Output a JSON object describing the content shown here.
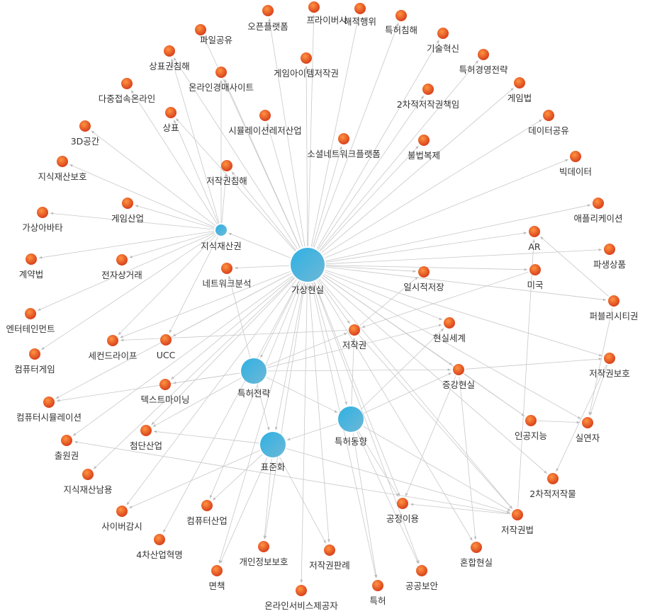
{
  "graph": {
    "hub_color": "#45b3dd",
    "peripheral_color": "#e5531f",
    "edge_color": "#c8c8c8",
    "nodes": [
      {
        "id": "가상현실",
        "label": "가상현실",
        "kind": "hub-large"
      },
      {
        "id": "특허전략",
        "label": "특허전략",
        "kind": "hub"
      },
      {
        "id": "특허동향",
        "label": "특허동향",
        "kind": "hub"
      },
      {
        "id": "표준화",
        "label": "표준화",
        "kind": "hub"
      },
      {
        "id": "지식재산권",
        "label": "지식재산권",
        "kind": "hub-small"
      },
      {
        "id": "오픈플랫폼",
        "label": "오픈플랫폼",
        "kind": "node"
      },
      {
        "id": "프라이버시",
        "label": "프라이버시",
        "kind": "node"
      },
      {
        "id": "해적행위",
        "label": "해적행위",
        "kind": "node"
      },
      {
        "id": "특허침해",
        "label": "특허침해",
        "kind": "node"
      },
      {
        "id": "파일공유",
        "label": "파일공유",
        "kind": "node"
      },
      {
        "id": "기술혁신",
        "label": "기술혁신",
        "kind": "node"
      },
      {
        "id": "상표권침해",
        "label": "상표권침해",
        "kind": "node"
      },
      {
        "id": "게임아이템저작권",
        "label": "게임아이템저작권",
        "kind": "node"
      },
      {
        "id": "특허경영전략",
        "label": "특허경영전략",
        "kind": "node"
      },
      {
        "id": "온라인경매사이트",
        "label": "온라인경매사이트",
        "kind": "node"
      },
      {
        "id": "다중접속온라인",
        "label": "다중접속온라인",
        "kind": "node"
      },
      {
        "id": "게임법",
        "label": "게임법",
        "kind": "node"
      },
      {
        "id": "2차적저작권책임",
        "label": "2차적저작권책임",
        "kind": "node"
      },
      {
        "id": "상표",
        "label": "상표",
        "kind": "node"
      },
      {
        "id": "시뮬레이션레저산업",
        "label": "시뮬레이션레저산업",
        "kind": "node"
      },
      {
        "id": "데이터공유",
        "label": "데이터공유",
        "kind": "node"
      },
      {
        "id": "3D공간",
        "label": "3D공간",
        "kind": "node"
      },
      {
        "id": "소셜네트워크플랫폼",
        "label": "소셜네트워크플랫폼",
        "kind": "node"
      },
      {
        "id": "불법복제",
        "label": "불법복제",
        "kind": "node"
      },
      {
        "id": "빅데이터",
        "label": "빅데이터",
        "kind": "node"
      },
      {
        "id": "저작권침해",
        "label": "저작권침해",
        "kind": "node"
      },
      {
        "id": "지식재산보호",
        "label": "지식재산보호",
        "kind": "node"
      },
      {
        "id": "애플리케이션",
        "label": "애플리케이션",
        "kind": "node"
      },
      {
        "id": "게임산업",
        "label": "게임산업",
        "kind": "node"
      },
      {
        "id": "가상아바타",
        "label": "가상아바타",
        "kind": "node"
      },
      {
        "id": "AR",
        "label": "AR",
        "kind": "node"
      },
      {
        "id": "파생상품",
        "label": "파생상품",
        "kind": "node"
      },
      {
        "id": "계약법",
        "label": "계약법",
        "kind": "node"
      },
      {
        "id": "전자상거래",
        "label": "전자상거래",
        "kind": "node"
      },
      {
        "id": "네트워크분석",
        "label": "네트워크분석",
        "kind": "node"
      },
      {
        "id": "일시적저장",
        "label": "일시적저장",
        "kind": "node"
      },
      {
        "id": "미국",
        "label": "미국",
        "kind": "node"
      },
      {
        "id": "퍼블리시티권",
        "label": "퍼블리시티권",
        "kind": "node"
      },
      {
        "id": "엔터테인먼트",
        "label": "엔터테인먼트",
        "kind": "node"
      },
      {
        "id": "현실세계",
        "label": "현실세계",
        "kind": "node"
      },
      {
        "id": "저작권",
        "label": "저작권",
        "kind": "node"
      },
      {
        "id": "세컨드라이프",
        "label": "세컨드라이프",
        "kind": "node"
      },
      {
        "id": "UCC",
        "label": "UCC",
        "kind": "node"
      },
      {
        "id": "컴퓨터게임",
        "label": "컴퓨터게임",
        "kind": "node"
      },
      {
        "id": "저작권보호",
        "label": "저작권보호",
        "kind": "node"
      },
      {
        "id": "증강현실",
        "label": "증강현실",
        "kind": "node"
      },
      {
        "id": "텍스트마이닝",
        "label": "텍스트마이닝",
        "kind": "node"
      },
      {
        "id": "컴퓨터시뮬레이션",
        "label": "컴퓨터시뮬레이션",
        "kind": "node"
      },
      {
        "id": "인공지능",
        "label": "인공지능",
        "kind": "node"
      },
      {
        "id": "실연자",
        "label": "실연자",
        "kind": "node"
      },
      {
        "id": "첨단산업",
        "label": "첨단산업",
        "kind": "node"
      },
      {
        "id": "출원권",
        "label": "출원권",
        "kind": "node"
      },
      {
        "id": "2차적저작물",
        "label": "2차적저작물",
        "kind": "node"
      },
      {
        "id": "지식재산남용",
        "label": "지식재산남용",
        "kind": "node"
      },
      {
        "id": "공정이용",
        "label": "공정이용",
        "kind": "node"
      },
      {
        "id": "사이버감시",
        "label": "사이버감시",
        "kind": "node"
      },
      {
        "id": "컴퓨터산업",
        "label": "컴퓨터산업",
        "kind": "node"
      },
      {
        "id": "저작권법",
        "label": "저작권법",
        "kind": "node"
      },
      {
        "id": "4차산업혁명",
        "label": "4차산업혁명",
        "kind": "node"
      },
      {
        "id": "개인정보보호",
        "label": "개인정보보호",
        "kind": "node"
      },
      {
        "id": "저작권판례",
        "label": "저작권판례",
        "kind": "node"
      },
      {
        "id": "혼합현실",
        "label": "혼합현실",
        "kind": "node"
      },
      {
        "id": "면책",
        "label": "면책",
        "kind": "node"
      },
      {
        "id": "공공보안",
        "label": "공공보안",
        "kind": "node"
      },
      {
        "id": "특허",
        "label": "특허",
        "kind": "node"
      },
      {
        "id": "온라인서비스제공자",
        "label": "온라인서비스제공자",
        "kind": "node"
      }
    ],
    "edges": [
      [
        "가상현실",
        "오픈플랫폼"
      ],
      [
        "가상현실",
        "프라이버시"
      ],
      [
        "가상현실",
        "해적행위"
      ],
      [
        "가상현실",
        "특허침해"
      ],
      [
        "가상현실",
        "기술혁신"
      ],
      [
        "가상현실",
        "게임아이템저작권"
      ],
      [
        "가상현실",
        "특허경영전략"
      ],
      [
        "가상현실",
        "2차적저작권책임"
      ],
      [
        "가상현실",
        "게임법"
      ],
      [
        "가상현실",
        "데이터공유"
      ],
      [
        "가상현실",
        "소셜네트워크플랫폼"
      ],
      [
        "가상현실",
        "불법복제"
      ],
      [
        "가상현실",
        "빅데이터"
      ],
      [
        "가상현실",
        "시뮬레이션레저산업"
      ],
      [
        "가상현실",
        "온라인경매사이트"
      ],
      [
        "가상현실",
        "상표권침해"
      ],
      [
        "가상현실",
        "파일공유"
      ],
      [
        "가상현실",
        "상표"
      ],
      [
        "가상현실",
        "저작권침해"
      ],
      [
        "가상현실",
        "애플리케이션"
      ],
      [
        "가상현실",
        "AR"
      ],
      [
        "가상현실",
        "파생상품"
      ],
      [
        "가상현실",
        "일시적저장"
      ],
      [
        "가상현실",
        "미국"
      ],
      [
        "가상현실",
        "퍼블리시티권"
      ],
      [
        "가상현실",
        "현실세계"
      ],
      [
        "가상현실",
        "저작권"
      ],
      [
        "가상현실",
        "증강현실"
      ],
      [
        "가상현실",
        "저작권보호"
      ],
      [
        "가상현실",
        "인공지능"
      ],
      [
        "가상현실",
        "실연자"
      ],
      [
        "가상현실",
        "2차적저작물"
      ],
      [
        "가상현실",
        "저작권법"
      ],
      [
        "가상현실",
        "혼합현실"
      ],
      [
        "가상현실",
        "공공보안"
      ],
      [
        "가상현실",
        "공정이용"
      ],
      [
        "가상현실",
        "특허"
      ],
      [
        "가상현실",
        "저작권판례"
      ],
      [
        "가상현실",
        "온라인서비스제공자"
      ],
      [
        "가상현실",
        "개인정보보호"
      ],
      [
        "가상현실",
        "면책"
      ],
      [
        "가상현실",
        "4차산업혁명"
      ],
      [
        "가상현실",
        "컴퓨터산업"
      ],
      [
        "가상현실",
        "사이버감시"
      ],
      [
        "가상현실",
        "지식재산남용"
      ],
      [
        "가상현실",
        "출원권"
      ],
      [
        "가상현실",
        "첨단산업"
      ],
      [
        "가상현실",
        "텍스트마이닝"
      ],
      [
        "가상현실",
        "컴퓨터시뮬레이션"
      ],
      [
        "가상현실",
        "세컨드라이프"
      ],
      [
        "가상현실",
        "UCC"
      ],
      [
        "가상현실",
        "네트워크분석"
      ],
      [
        "가상현실",
        "지식재산권"
      ],
      [
        "가상현실",
        "특허전략"
      ],
      [
        "가상현실",
        "특허동향"
      ],
      [
        "가상현실",
        "표준화"
      ],
      [
        "지식재산권",
        "다중접속온라인"
      ],
      [
        "지식재산권",
        "3D공간"
      ],
      [
        "지식재산권",
        "지식재산보호"
      ],
      [
        "지식재산권",
        "가상아바타"
      ],
      [
        "지식재산권",
        "게임산업"
      ],
      [
        "지식재산권",
        "계약법"
      ],
      [
        "지식재산권",
        "전자상거래"
      ],
      [
        "지식재산권",
        "엔터테인먼트"
      ],
      [
        "지식재산권",
        "컴퓨터게임"
      ],
      [
        "지식재산권",
        "세컨드라이프"
      ],
      [
        "지식재산권",
        "UCC"
      ],
      [
        "지식재산권",
        "상표"
      ],
      [
        "지식재산권",
        "온라인경매사이트"
      ],
      [
        "지식재산권",
        "저작권침해"
      ],
      [
        "지식재산권",
        "상표권침해"
      ],
      [
        "특허전략",
        "특허동향"
      ],
      [
        "특허전략",
        "표준화"
      ],
      [
        "특허전략",
        "텍스트마이닝"
      ],
      [
        "특허전략",
        "첨단산업"
      ],
      [
        "특허전략",
        "컴퓨터시뮬레이션"
      ],
      [
        "특허전략",
        "저작권"
      ],
      [
        "특허전략",
        "증강현실"
      ],
      [
        "특허전략",
        "현실세계"
      ],
      [
        "특허전략",
        "네트워크분석"
      ],
      [
        "특허동향",
        "표준화"
      ],
      [
        "특허동향",
        "증강현실"
      ],
      [
        "특허동향",
        "저작권"
      ],
      [
        "특허동향",
        "현실세계"
      ],
      [
        "특허동향",
        "공정이용"
      ],
      [
        "특허동향",
        "저작권법"
      ],
      [
        "특허동향",
        "특허"
      ],
      [
        "특허동향",
        "공공보안"
      ],
      [
        "표준화",
        "첨단산업"
      ],
      [
        "표준화",
        "사이버감시"
      ],
      [
        "표준화",
        "컴퓨터산업"
      ],
      [
        "표준화",
        "개인정보보호"
      ],
      [
        "표준화",
        "저작권판례"
      ],
      [
        "표준화",
        "면책"
      ],
      [
        "표준화",
        "저작권법"
      ],
      [
        "저작권",
        "세컨드라이프"
      ],
      [
        "저작권",
        "일시적저장"
      ],
      [
        "저작권",
        "저작권법"
      ],
      [
        "증강현실",
        "저작권보호"
      ],
      [
        "증강현실",
        "인공지능"
      ],
      [
        "증강현실",
        "혼합현실"
      ],
      [
        "증강현실",
        "공정이용"
      ],
      [
        "저작권법",
        "공정이용"
      ],
      [
        "저작권법",
        "AR"
      ],
      [
        "저작권법",
        "출원권"
      ],
      [
        "퍼블리시티권",
        "실연자"
      ],
      [
        "퍼블리시티권",
        "AR"
      ],
      [
        "저작권보호",
        "2차적저작물"
      ],
      [
        "저작권보호",
        "실연자"
      ],
      [
        "인공지능",
        "실연자"
      ],
      [
        "미국",
        "저작권"
      ]
    ]
  }
}
